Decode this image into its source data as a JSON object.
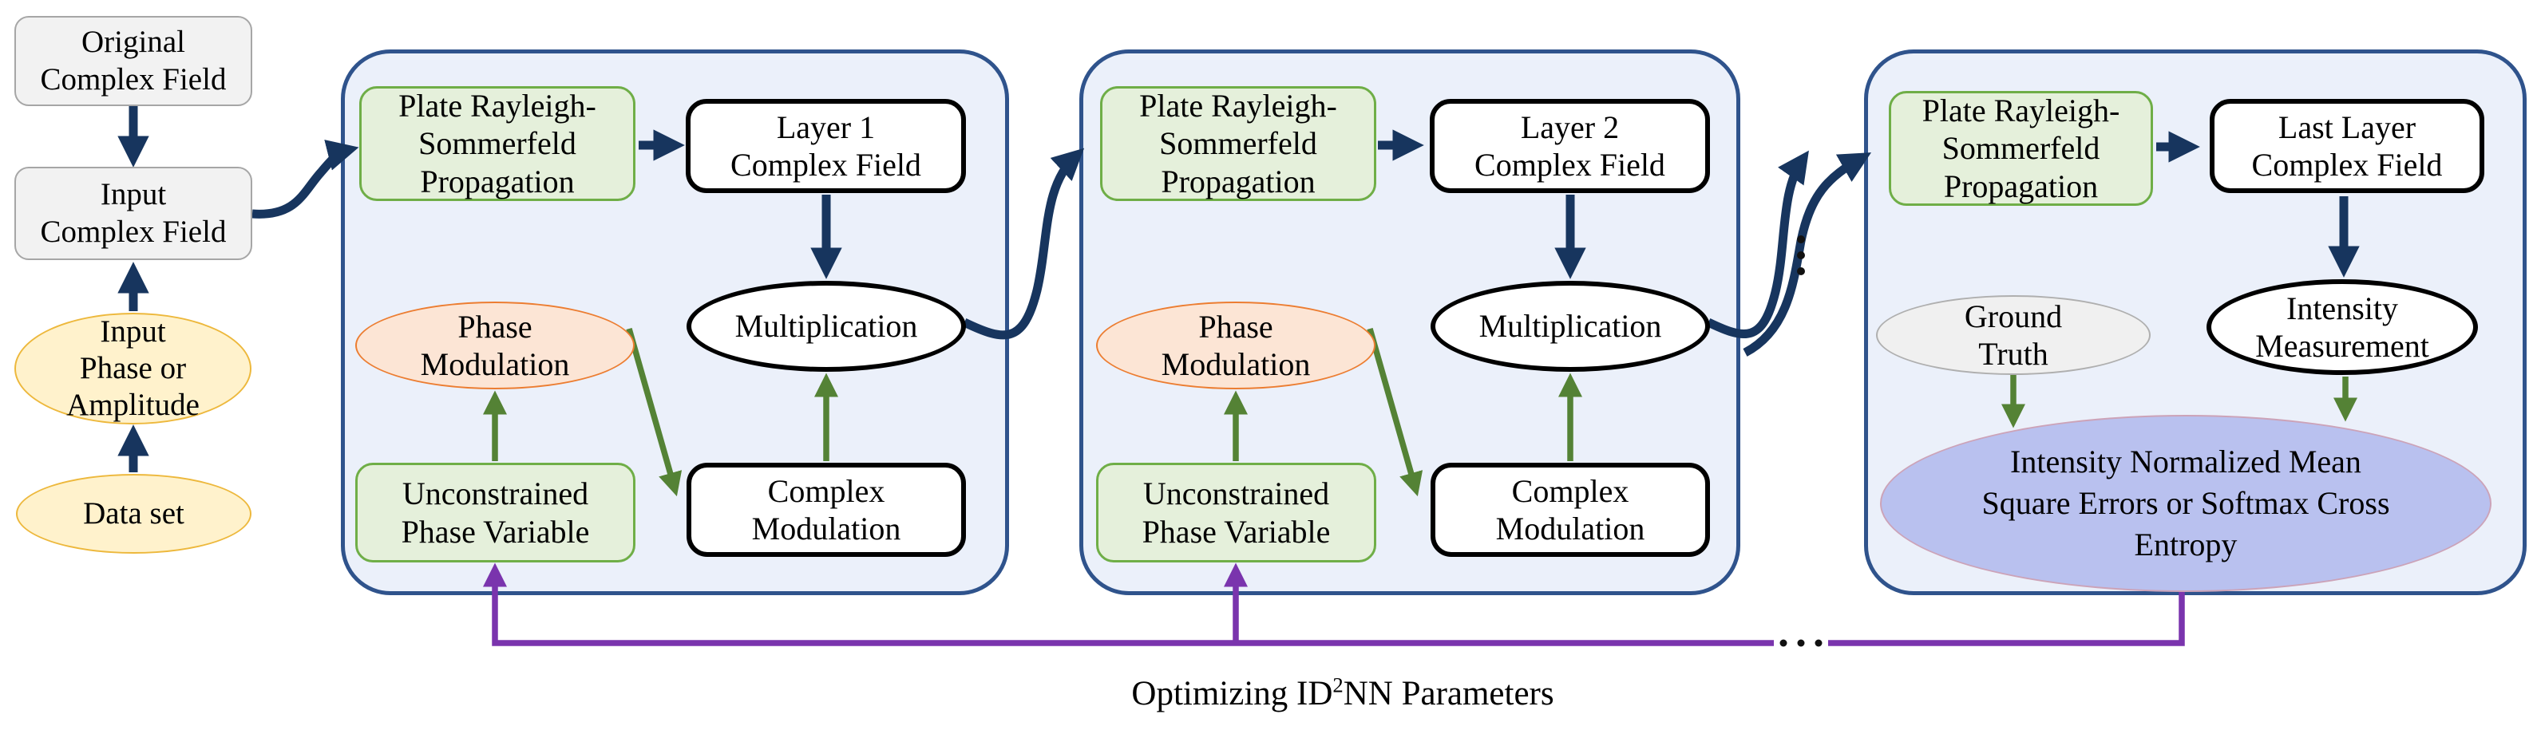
{
  "left_column": {
    "original_field": "Original\nComplex Field",
    "input_field": "Input\nComplex Field",
    "input_phase_amplitude": "Input\nPhase or\nAmplitude",
    "dataset": "Data set"
  },
  "layers": [
    {
      "propagation": "Plate Rayleigh-\nSommerfeld\nPropagation",
      "complex_field": "Layer 1\nComplex Field",
      "phase_modulation": "Phase\nModulation",
      "multiplication": "Multiplication",
      "unconstrained_phase": "Unconstrained\nPhase Variable",
      "complex_modulation": "Complex\nModulation"
    },
    {
      "propagation": "Plate Rayleigh-\nSommerfeld\nPropagation",
      "complex_field": "Layer 2\nComplex Field",
      "phase_modulation": "Phase\nModulation",
      "multiplication": "Multiplication",
      "unconstrained_phase": "Unconstrained\nPhase Variable",
      "complex_modulation": "Complex\nModulation"
    },
    {
      "propagation": "Plate Rayleigh-\nSommerfeld\nPropagation",
      "complex_field": "Last Layer\nComplex Field",
      "ground_truth": "Ground\nTruth",
      "intensity_measurement": "Intensity\nMeasurement",
      "loss": "Intensity Normalized Mean\nSquare Errors or Softmax Cross\nEntropy"
    }
  ],
  "caption": {
    "before_sup": "Optimizing ID",
    "sup": "2",
    "after_sup": "NN Parameters"
  },
  "colors": {
    "panel_fill": "#EBF0FA",
    "panel_border": "#2F538C",
    "navy_arrow": "#17355E",
    "green_arrow": "#548235",
    "purple_arrow": "#7A34AD",
    "green_node_fill": "#E5F0DB",
    "green_node_border": "#6FAE47",
    "orange_fill": "#FCE5D5",
    "orange_border": "#EC7D31",
    "yellow_fill": "#FFF2CC",
    "yellow_border": "#EDB83C",
    "gray_fill": "#F2F2F2",
    "loss_fill": "#B9C1EF",
    "loss_border": "#CCA3B8"
  }
}
